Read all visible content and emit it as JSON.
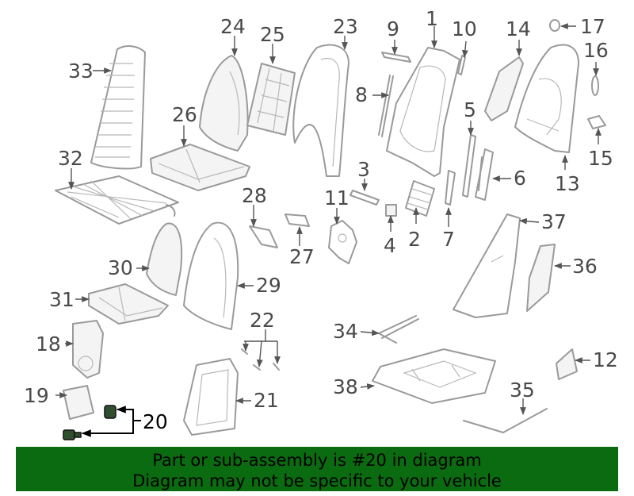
{
  "callouts": [
    "1",
    "2",
    "3",
    "4",
    "5",
    "6",
    "7",
    "8",
    "9",
    "10",
    "11",
    "12",
    "13",
    "14",
    "15",
    "16",
    "17",
    "18",
    "19",
    "20",
    "21",
    "22",
    "23",
    "24",
    "25",
    "26",
    "27",
    "28",
    "29",
    "30",
    "31",
    "32",
    "33",
    "34",
    "35",
    "36",
    "37",
    "38"
  ],
  "highlight_part": "20",
  "banner": {
    "line1": "Part or sub-assembly is #20 in diagram",
    "line2": "Diagram may not be specific to your vehicle"
  },
  "colors": {
    "banner_bg": "#0b6b10",
    "part_stroke": "#9a9a9a",
    "label": "#4a4a4a"
  }
}
